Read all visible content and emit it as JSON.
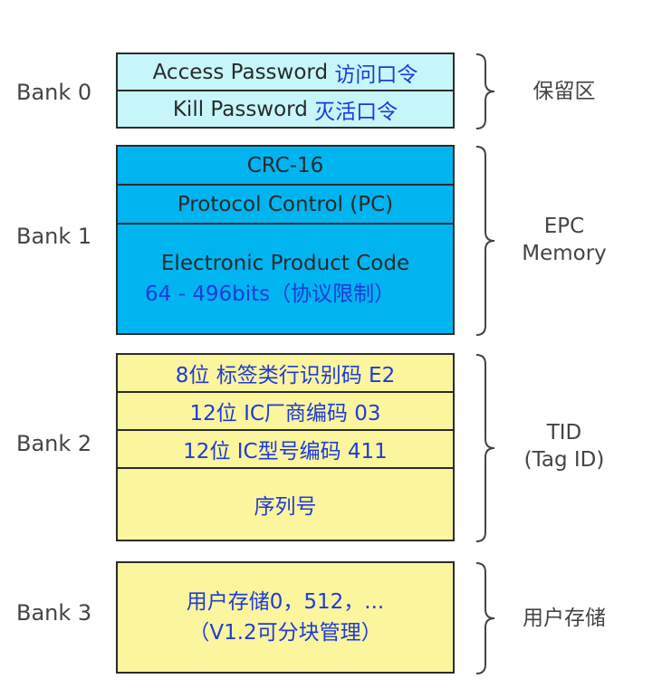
{
  "banks": [
    {
      "label": "Bank 0",
      "region": [
        "保留区"
      ],
      "fields": [
        {
          "text": "Access Password",
          "text_blue": "访问口令"
        },
        {
          "text": "Kill Password",
          "text_blue": "灭活口令"
        }
      ]
    },
    {
      "label": "Bank 1",
      "region": [
        "EPC",
        "Memory"
      ],
      "fields": [
        {
          "text": "CRC-16"
        },
        {
          "text": "Protocol Control (PC)"
        },
        {
          "text": "Electronic Product Code",
          "text_blue": "64 - 496bits（协议限制）"
        }
      ]
    },
    {
      "label": "Bank 2",
      "region": [
        "TID",
        "(Tag ID)"
      ],
      "fields": [
        {
          "text_blue": "8位 标签类行识别码 E2"
        },
        {
          "text_blue": "12位 IC厂商编码 03"
        },
        {
          "text_blue": "12位 IC型号编码 411"
        },
        {
          "text_blue": "序列号"
        }
      ]
    },
    {
      "label": "Bank 3",
      "region": [
        "用户存储"
      ],
      "fields": [
        {
          "text_blue": "用户存储0，512，...",
          "text_blue_2": "（V1.2可分块管理）"
        }
      ]
    }
  ],
  "colors": {
    "bank0_fill": "#c6f6f9",
    "bank1_fill": "#00b4ef",
    "bank2_fill": "#fbf59e",
    "bank3_fill": "#fbf59e",
    "accent_text": "#1e3bd9"
  }
}
